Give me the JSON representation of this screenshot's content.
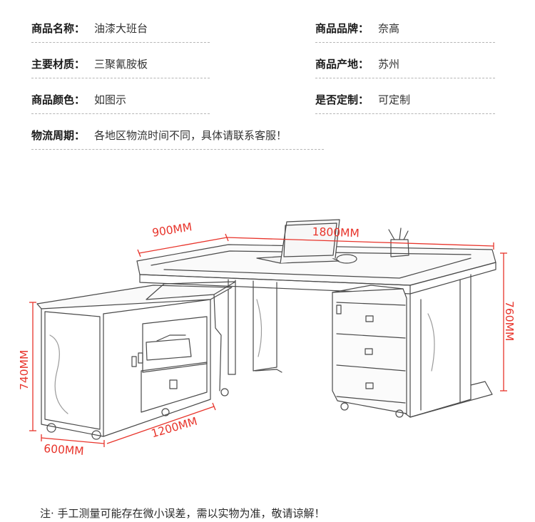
{
  "specs": {
    "name": {
      "label": "商品名称：",
      "value": "油漆大班台"
    },
    "brand": {
      "label": "商品品牌：",
      "value": "奈高"
    },
    "material": {
      "label": "主要材质：",
      "value": "三聚氰胺板"
    },
    "origin": {
      "label": "商品产地：",
      "value": "苏州"
    },
    "color": {
      "label": "商品颜色：",
      "value": "如图示"
    },
    "custom": {
      "label": "是否定制：",
      "value": "可定制"
    },
    "shipping": {
      "label": "物流周期：",
      "value": "各地区物流时间不同，具体请联系客服！"
    }
  },
  "dimensions": {
    "depth_return": "900MM",
    "width_desk": "1800MM",
    "height_desk": "760MM",
    "height_return": "740MM",
    "length_return": "1200MM",
    "width_return": "600MM"
  },
  "note": "注· 手工测量可能存在微小误差，需以实物为准，敬请谅解！",
  "colors": {
    "dimension": "#e8342b",
    "sketch": "#4a4a4a",
    "divider": "#b5b5b5"
  }
}
